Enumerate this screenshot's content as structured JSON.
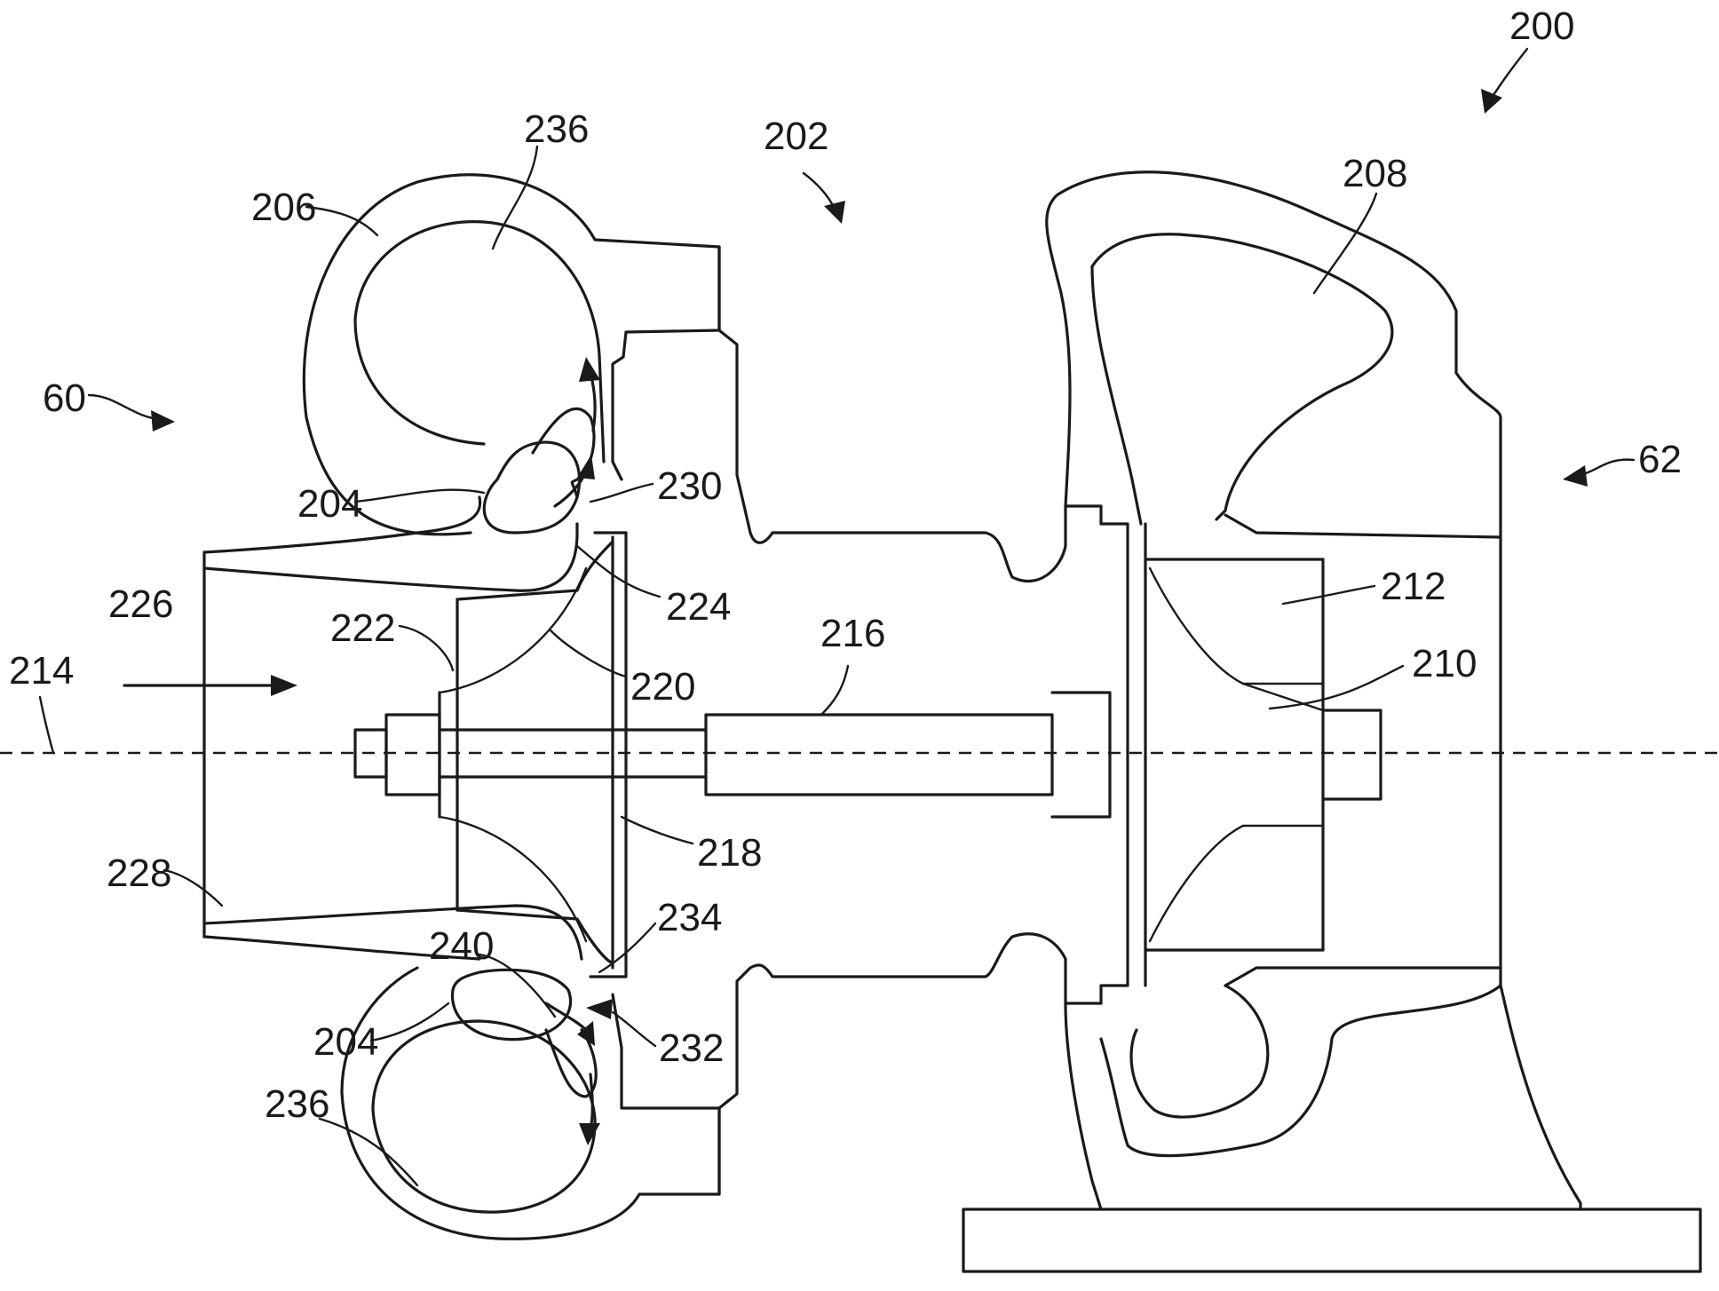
{
  "figure": {
    "reference_labels": {
      "r200": "200",
      "r202": "202",
      "r60": "60",
      "r62": "62",
      "r236_top": "236",
      "r206": "206",
      "r208": "208",
      "r204_top": "204",
      "r230": "230",
      "r224": "224",
      "r212": "212",
      "r226": "226",
      "r222": "222",
      "r220": "220",
      "r216": "216",
      "r214": "214",
      "r210": "210",
      "r228": "228",
      "r218": "218",
      "r234": "234",
      "r240": "240",
      "r204_bottom": "204",
      "r232": "232",
      "r236_bottom": "236"
    }
  }
}
